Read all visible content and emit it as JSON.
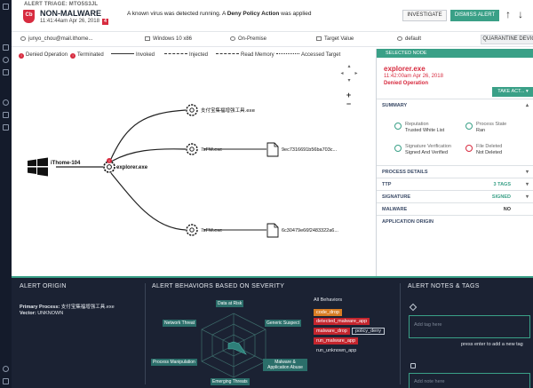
{
  "header": {
    "title": "ALERT TRIAGE: MTO5S3JL",
    "badge": "Cb",
    "alert_name": "NON-MALWARE",
    "alert_time": "11:41:44am Apr 26, 2018",
    "alert_count": "4",
    "message_pre": "A known virus was detected running. A ",
    "message_bold": "Deny Policy Action",
    "message_post": " was applied",
    "investigate_label": "INVESTIGATE",
    "dismiss_label": "DISMISS ALERT",
    "up_glyph": "↑",
    "down_glyph": "↓"
  },
  "infobar": {
    "user": "junyo_chou@mail.ithome...",
    "os": "Windows 10 x86",
    "location": "On-Premise",
    "target_value": "Target Value",
    "policy": "default",
    "quarantine_label": "QUARANTINE DEVICE"
  },
  "legend": {
    "denied": "Denied Operation",
    "terminated": "Terminated",
    "invoked": "Invoked",
    "injected": "Injected",
    "read_memory": "Read Memory",
    "accessed_target": "Accessed Target"
  },
  "graph": {
    "root": "iThome-104",
    "center": "explorer.exe",
    "child1": "支付宝集福增强工具.exe",
    "child2": "7zFM.exe",
    "child2_file": "9ec7316691b56ba703c...",
    "child3": "7zFM.exe",
    "child3_file": "6c30479e66f2483322a6..."
  },
  "zoom": {
    "plus": "+",
    "minus": "−"
  },
  "right_panel": {
    "header": "SELECTED NODE",
    "process": "explorer.exe",
    "time": "11:42:00am Apr 26, 2018",
    "operation": "Denied Operation",
    "take_action": "TAKE ACT... ▾",
    "summary_label": "SUMMARY",
    "reputation_label": "Reputation",
    "reputation_value": "Trusted White List",
    "process_state_label": "Process State",
    "process_state_value": "Ran",
    "sigver_label": "Signature Verification",
    "sigver_value": "Signed And Verified",
    "file_deleted_label": "File Deleted",
    "file_deleted_value": "Not Deleted",
    "sections": [
      {
        "label": "PROCESS DETAILS",
        "value": ""
      },
      {
        "label": "TTP",
        "value": "3 TAGS"
      },
      {
        "label": "SIGNATURE",
        "value": "SIGNED"
      },
      {
        "label": "MALWARE",
        "value": "NO"
      },
      {
        "label": "APPLICATION ORIGIN",
        "value": ""
      }
    ]
  },
  "bottom": {
    "origin_title": "ALERT ORIGIN",
    "primary_label": "Primary Process:",
    "primary_value": "支付宝集福增强工具.exe",
    "vector_label": "Vector:",
    "vector_value": "UNKNOWN",
    "behaviors_title": "ALERT BEHAVIORS BASED ON SEVERITY",
    "radar_labels": [
      "Data at Risk",
      "Generic Suspect",
      "Malware & Application Abuse",
      "Emerging Threats",
      "Process Manipulation",
      "Network Threat"
    ],
    "all_behaviors": "All Behaviors",
    "tags": [
      "code_drop",
      "detected_malware_app",
      "malware_drop",
      "policy_deny",
      "run_malware_app",
      "run_unknown_app"
    ],
    "notes_title": "ALERT NOTES & TAGS",
    "tag_placeholder": "Add tag here",
    "tag_hint": "press enter to add a new tag",
    "note_placeholder": "Add note here"
  },
  "colors": {
    "accent": "#3aa087",
    "danger": "#d72b3f",
    "dark": "#1b2233"
  },
  "icons": [
    "cb-logo-icon",
    "arrow-up-icon",
    "arrow-down-icon",
    "user-icon",
    "windows-icon",
    "location-icon",
    "target-icon",
    "policy-icon",
    "tag-icon",
    "note-icon"
  ]
}
